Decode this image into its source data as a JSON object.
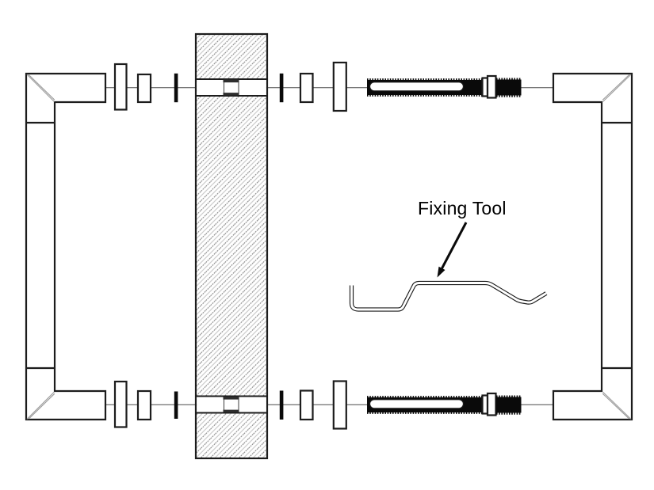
{
  "annotation": {
    "label": "Fixing Tool"
  },
  "diagram": {
    "type": "technical-drawing",
    "components": [
      "pull-handle-left",
      "pull-handle-right",
      "door-panel-section",
      "rose-washer-top-left",
      "spacer-washer-top-left",
      "gasket-top-left",
      "gasket-top-right",
      "spacer-washer-top-right",
      "rose-washer-top-right",
      "threaded-fixing-bolt-top",
      "lock-washer-top",
      "hex-nut-top",
      "through-door-bushing-top",
      "rose-washer-bottom-left",
      "spacer-washer-bottom-left",
      "gasket-bottom-left",
      "gasket-bottom-right",
      "spacer-washer-bottom-right",
      "rose-washer-bottom-right",
      "threaded-fixing-bolt-bottom",
      "lock-washer-bottom",
      "hex-nut-bottom",
      "through-door-bushing-bottom",
      "fixing-tool"
    ]
  },
  "colors": {
    "background": "#ffffff",
    "line": "#1c1c1c",
    "solid": "#0a0a0a",
    "miter": "#9a9a9a",
    "hatch-dark": "#7d7d7d",
    "hatch-light": "#c2c2c2",
    "part-fill": "#ffffff",
    "centerline": "#4a4a4a",
    "label-text": "#000000"
  }
}
